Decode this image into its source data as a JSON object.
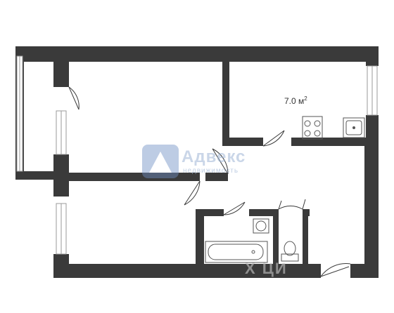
{
  "rooms": {
    "kitchen": {
      "area_value": "7.0 м",
      "area_sup": "2"
    }
  },
  "watermark": {
    "brand": "Адвекс",
    "sub": "недвижимость",
    "corner": "Х ЦИ"
  },
  "colors": {
    "wall": "#3a3a3a",
    "background": "#ffffff",
    "window": "#cfcfcf",
    "fixture": "#555555",
    "watermark": "#9fb6d6"
  }
}
